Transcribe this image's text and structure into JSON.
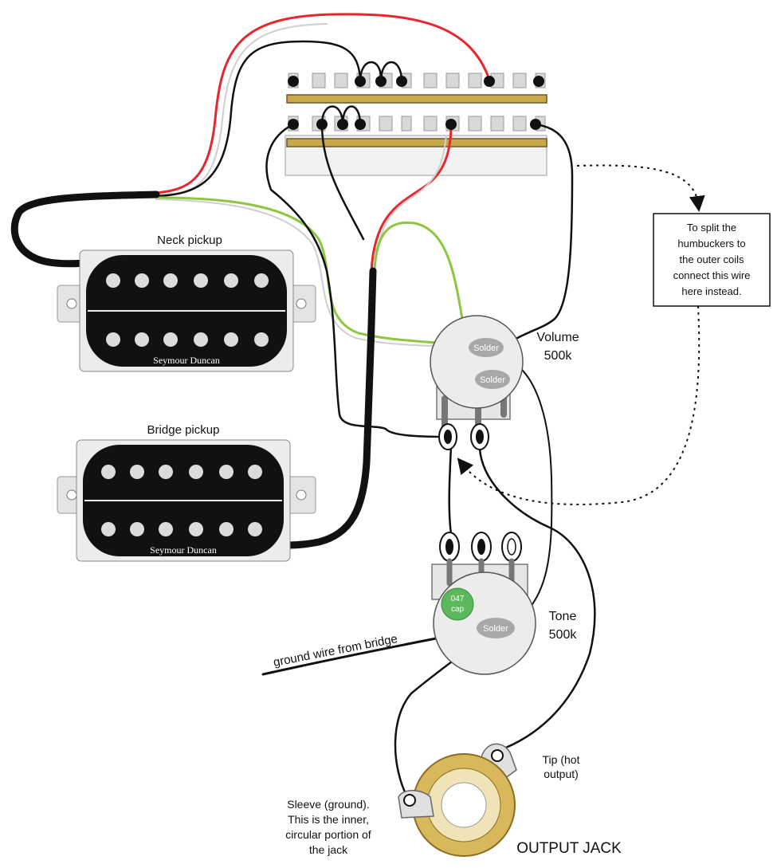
{
  "pickups": {
    "neck": {
      "label": "Neck pickup",
      "brand": "Seymour Duncan"
    },
    "bridge": {
      "label": "Bridge pickup",
      "brand": "Seymour Duncan"
    }
  },
  "volume": {
    "label": "Volume",
    "value": "500k",
    "solder_labels": [
      "Solder",
      "Solder"
    ]
  },
  "tone": {
    "label": "Tone",
    "value": "500k",
    "solder_label": "Solder",
    "cap_label": [
      "047",
      "cap"
    ]
  },
  "ground_wire_label": "ground wire from bridge",
  "split_note": [
    "To split the",
    "humbuckers to",
    "the outer coils",
    "connect this wire",
    "here instead."
  ],
  "jack": {
    "tip_label": [
      "Tip (hot",
      "output)"
    ],
    "sleeve_label": [
      "Sleeve (ground).",
      "This is the inner,",
      "circular portion of",
      "the jack"
    ],
    "title": "OUTPUT JACK"
  },
  "colors": {
    "hot_wire": "#e8262b",
    "green_wire": "#8dc63f",
    "ground_wire": "#111111",
    "brass_bar": "#c9a84a",
    "solder": "#a8a8a8",
    "cap": "#5cb85c",
    "jack_ring": "#d9b85c"
  }
}
